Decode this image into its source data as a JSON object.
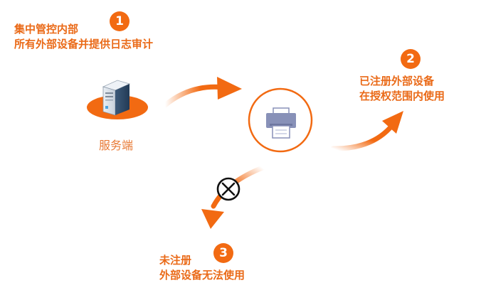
{
  "colors": {
    "accent": "#f26a12",
    "text_accent": "#ea6a18",
    "printer": "#8891b8"
  },
  "steps": [
    {
      "number": "1",
      "line1": "集中管控内部",
      "line2": "所有外部设备并提供日志审计"
    },
    {
      "number": "2",
      "line1": "已注册外部设备",
      "line2": "在授权范围内使用"
    },
    {
      "number": "3",
      "line1": "未注册",
      "line2": "外部设备无法使用"
    }
  ],
  "server": {
    "label": "服务端",
    "icon": "server-icon"
  },
  "device": {
    "icon": "printer-icon"
  },
  "blocked": {
    "icon": "blocked-x-icon"
  }
}
